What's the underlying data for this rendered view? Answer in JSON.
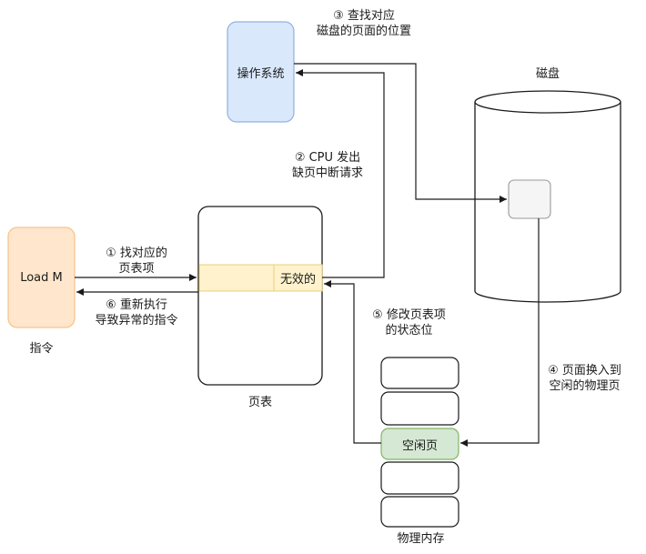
{
  "instruction": {
    "box_label": "Load M",
    "caption": "指令"
  },
  "page_table": {
    "caption": "页表",
    "invalid_label": "无效的"
  },
  "os": {
    "label": "操作系统"
  },
  "disk": {
    "caption": "磁盘"
  },
  "memory": {
    "caption": "物理内存",
    "free_page_label": "空闲页"
  },
  "steps": {
    "s1": {
      "line1": "① 找对应的",
      "line2": "页表项"
    },
    "s2": {
      "line1": "② CPU 发出",
      "line2": "缺页中断请求"
    },
    "s3": {
      "line1": "③ 查找对应",
      "line2": "磁盘的页面的位置"
    },
    "s4": {
      "line1": "④ 页面换入到",
      "line2": "空闲的物理页"
    },
    "s5": {
      "line1": "⑤ 修改页表项",
      "line2": "的状态位"
    },
    "s6": {
      "line1": "⑥ 重新执行",
      "line2": "导致异常的指令"
    }
  },
  "colors": {
    "instruction_fill": "#ffe6cc",
    "instruction_stroke": "#f5c28a",
    "os_fill": "#dae8fc",
    "os_stroke": "#8fb2e0",
    "entry_fill": "#fff2cc",
    "entry_stroke": "#e8d07a",
    "free_fill": "#d5e8d4",
    "free_stroke": "#82b366",
    "disk_block_fill": "#f5f5f5",
    "disk_block_stroke": "#999999",
    "line": "#1a1a1a"
  }
}
